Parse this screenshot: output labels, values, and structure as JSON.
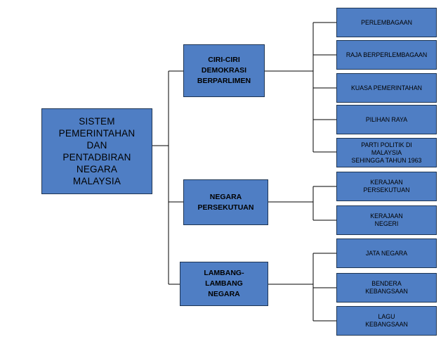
{
  "diagram": {
    "root": {
      "label": "SISTEM\nPEMERINTAHAN\nDAN\nPENTADBIRAN\nNEGARA\nMALAYSIA"
    },
    "branches": [
      {
        "label": "CIRI-CIRI\nDEMOKRASI\nBERPARLIMEN",
        "children": [
          {
            "label": "PERLEMBAGAAN"
          },
          {
            "label": "RAJA BERPERLEMBAGAAN"
          },
          {
            "label": "KUASA PEMERINTAHAN"
          },
          {
            "label": "PILIHAN RAYA"
          },
          {
            "label": "PARTI POLITIK DI\nMALAYSIA\nSEHINGGA TAHUN 1963"
          }
        ]
      },
      {
        "label": "NEGARA\nPERSEKUTUAN",
        "children": [
          {
            "label": "KERAJAAN\nPERSEKUTUAN"
          },
          {
            "label": "KERAJAAN\nNEGERI"
          }
        ]
      },
      {
        "label": "LAMBANG-\nLAMBANG\nNEGARA",
        "children": [
          {
            "label": "JATA NEGARA"
          },
          {
            "label": "BENDERA\nKEBANGSAAN"
          },
          {
            "label": "LAGU\nKEBANGSAAN"
          }
        ]
      }
    ],
    "colors": {
      "box_fill": "#4f7ec4",
      "box_border": "#1e3553",
      "connector": "#000000"
    }
  }
}
